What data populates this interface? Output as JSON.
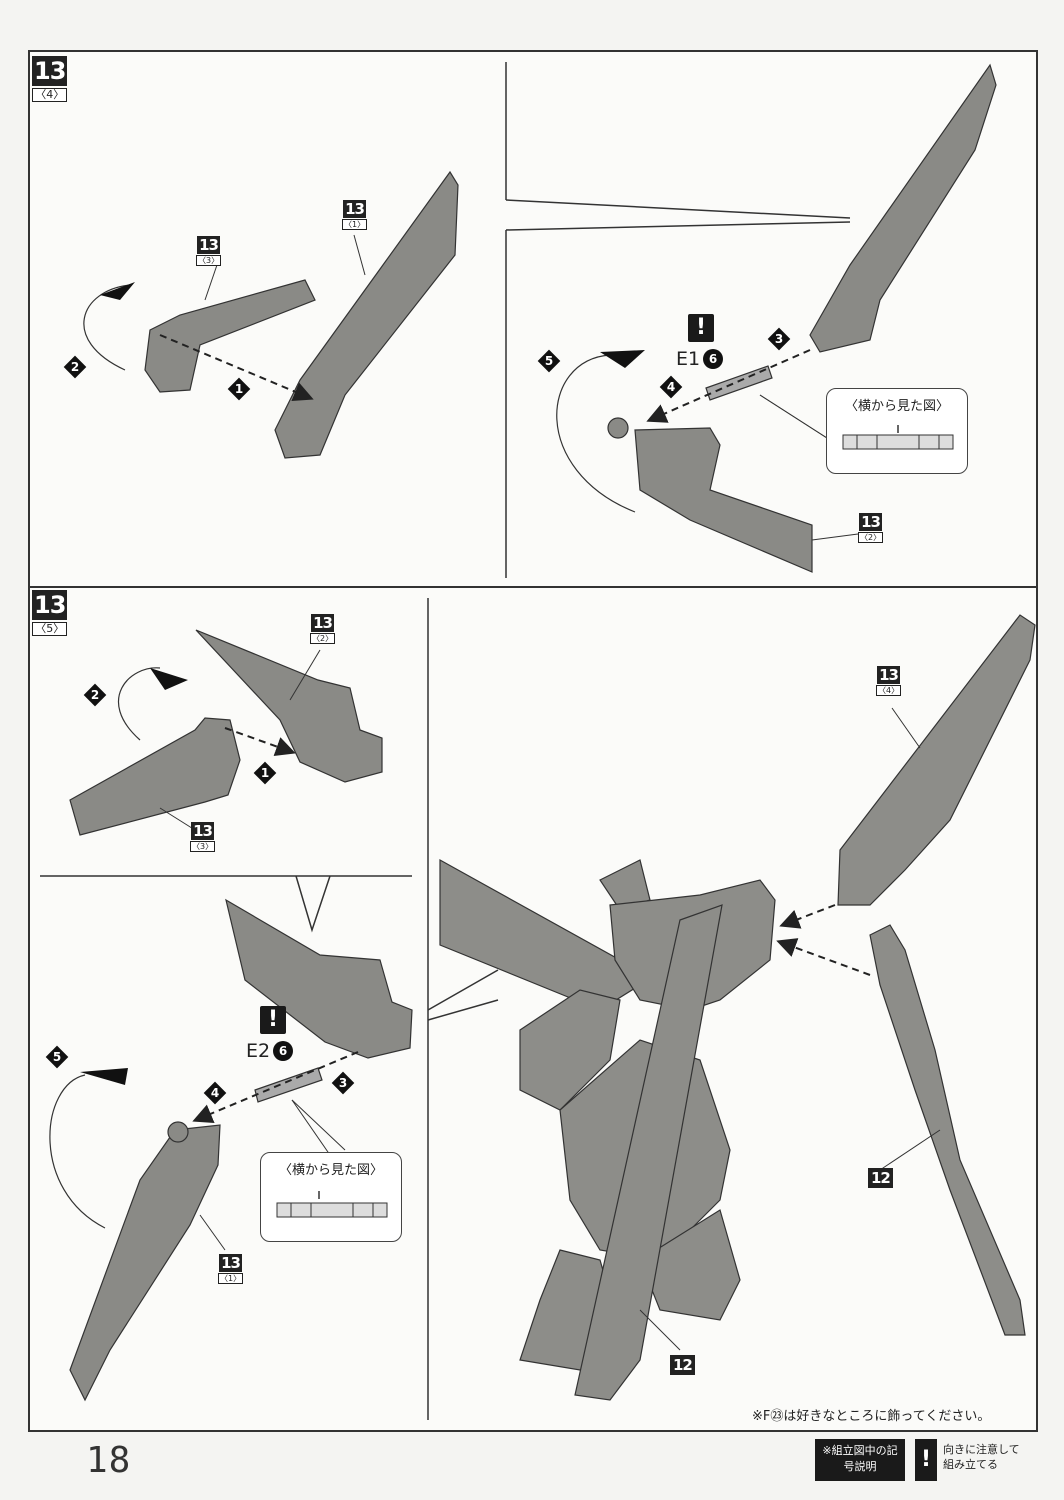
{
  "page_number": "18",
  "step_main": "13",
  "panels": [
    {
      "step": "13",
      "sub": "〈4〉"
    },
    {
      "step": "13",
      "sub": "〈5〉"
    }
  ],
  "tags": {
    "t1": {
      "n": "13",
      "s": "〈3〉"
    },
    "t2": {
      "n": "13",
      "s": "〈1〉"
    },
    "t3": {
      "n": "13",
      "s": "〈2〉"
    },
    "t4": {
      "n": "13",
      "s": "〈2〉"
    },
    "t5": {
      "n": "13",
      "s": "〈3〉"
    },
    "t6": {
      "n": "13",
      "s": "〈1〉"
    },
    "t7": {
      "n": "13",
      "s": "〈4〉"
    },
    "t8": "12",
    "t9": "12"
  },
  "steps": {
    "s1": "1",
    "s2": "2",
    "s3": "3",
    "s4": "4",
    "s5": "5"
  },
  "warning_mark": "!",
  "part_e1": {
    "code": "E1",
    "num": "6"
  },
  "part_e2": {
    "code": "E2",
    "num": "6"
  },
  "side_view_caption": "〈横から見た図〉",
  "note_text": "※F㉓は好きなところに飾ってください。",
  "legend": {
    "title": "※組立図中の記号説明",
    "icon": "!",
    "desc": "向きに注意して組み立てる"
  }
}
